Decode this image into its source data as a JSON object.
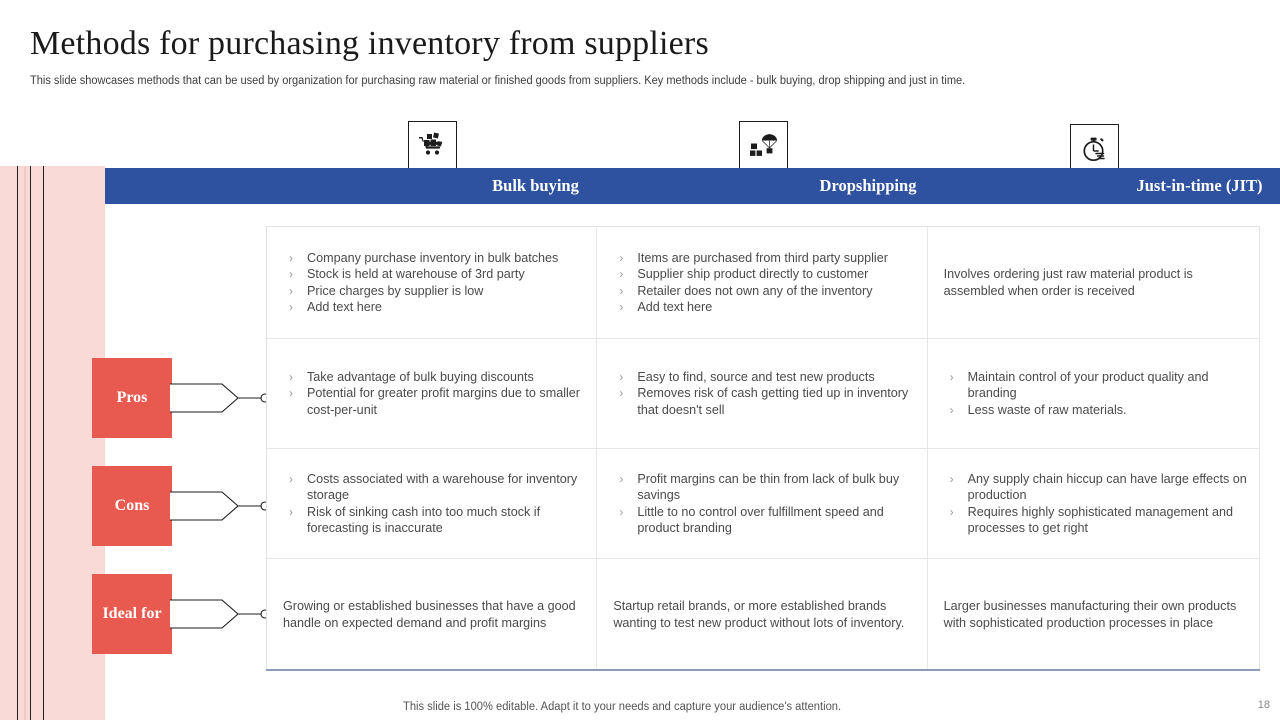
{
  "slide": {
    "title": "Methods for purchasing inventory from suppliers",
    "subtitle": "This slide showcases methods that can be used by organization for purchasing raw material or finished goods from suppliers. Key methods include - bulk buying, drop shipping and just in time.",
    "footer_note": "This slide is 100% editable. Adapt it to your needs and capture your audience's attention.",
    "page_number": "18"
  },
  "colors": {
    "header_blue": "#2e529f",
    "tag_red": "#e8594f",
    "band_pink": "#f9dad6",
    "body_text": "#4a4a4a",
    "table_border": "#e6e6ea",
    "table_bottom_rule": "#8d9cb5"
  },
  "columns": [
    {
      "label": "Bulk buying",
      "icon": "shopping-cart-boxes-icon"
    },
    {
      "label": "Dropshipping",
      "icon": "parachute-boxes-icon"
    },
    {
      "label": "Just-in-time  (JIT)",
      "icon": "stopwatch-speed-icon"
    }
  ],
  "row_tags": [
    {
      "label": "Pros"
    },
    {
      "label": "Cons"
    },
    {
      "label": "Ideal for"
    }
  ],
  "rows": [
    {
      "name": "overview",
      "cells": [
        {
          "type": "bullets",
          "items": [
            "Company purchase inventory in bulk batches",
            "Stock is held at warehouse of 3rd party",
            "Price charges by supplier is low",
            "Add text here"
          ]
        },
        {
          "type": "bullets",
          "items": [
            "Items are purchased from third party supplier",
            "Supplier ship product directly to customer",
            "Retailer does not own any of the inventory",
            "Add text here"
          ]
        },
        {
          "type": "paragraph",
          "text": "Involves ordering just raw material product is assembled when order is received"
        }
      ]
    },
    {
      "name": "pros",
      "cells": [
        {
          "type": "bullets",
          "items": [
            "Take advantage of bulk buying discounts",
            "Potential for greater profit margins due to smaller cost-per-unit"
          ]
        },
        {
          "type": "bullets",
          "items": [
            "Easy to find, source and test new products",
            "Removes risk of cash getting tied up in inventory that doesn't sell"
          ]
        },
        {
          "type": "bullets",
          "items": [
            "Maintain control of your product quality and branding",
            "Less waste of raw materials."
          ]
        }
      ]
    },
    {
      "name": "cons",
      "cells": [
        {
          "type": "bullets",
          "items": [
            "Costs associated with a warehouse for inventory storage",
            "Risk of sinking cash into too much stock if forecasting is inaccurate"
          ]
        },
        {
          "type": "bullets",
          "items": [
            "Profit margins can be thin from lack of bulk buy savings",
            "Little to no control over fulfillment speed and product branding"
          ]
        },
        {
          "type": "bullets",
          "items": [
            "Any supply chain hiccup can have large effects on production",
            "Requires highly sophisticated management and processes to get right"
          ]
        }
      ]
    },
    {
      "name": "ideal-for",
      "cells": [
        {
          "type": "paragraph",
          "text": "Growing or established businesses that have a good handle on expected demand and profit margins"
        },
        {
          "type": "paragraph",
          "text": "Startup retail brands, or more established brands wanting to test new product without lots of inventory."
        },
        {
          "type": "paragraph",
          "text": "Larger businesses manufacturing their own products with sophisticated production processes in place"
        }
      ]
    }
  ],
  "icons": {
    "bullet_chevron": "›"
  }
}
